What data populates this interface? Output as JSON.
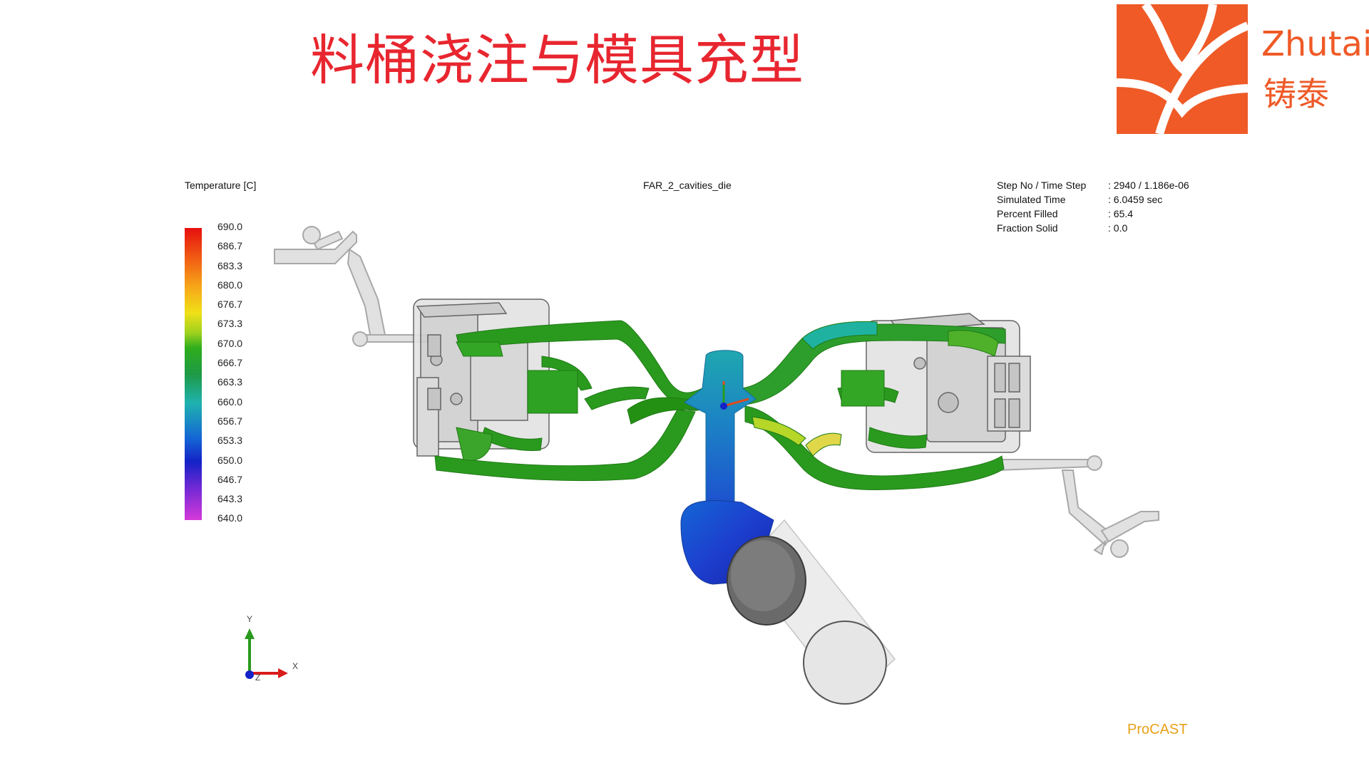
{
  "slide": {
    "title": "料桶浇注与模具充型"
  },
  "brand": {
    "name_en": "Zhutai",
    "name_cn": "铸泰",
    "color": "#ef5a27"
  },
  "viewer": {
    "legend_title": "Temperature [C]",
    "model_name": "FAR_2_cavities_die",
    "legend_ticks": [
      "690.0",
      "686.7",
      "683.3",
      "680.0",
      "676.7",
      "673.3",
      "670.0",
      "666.7",
      "663.3",
      "660.0",
      "656.7",
      "653.3",
      "650.0",
      "646.7",
      "643.3",
      "640.0"
    ],
    "info": [
      {
        "label": "Step No / Time Step",
        "value": ": 2940 / 1.186e-06"
      },
      {
        "label": "Simulated Time",
        "value": ": 6.0459 sec"
      },
      {
        "label": "Percent Filled",
        "value": ": 65.4"
      },
      {
        "label": "Fraction Solid",
        "value": ": 0.0"
      }
    ],
    "axes": {
      "x": "X",
      "y": "Y",
      "z": "Z"
    },
    "software": "ProCAST",
    "colors": {
      "melt_green": "#2a9a1e",
      "cool_blue": "#1d4fcf",
      "mold_gray": "#cfcfcf"
    }
  }
}
